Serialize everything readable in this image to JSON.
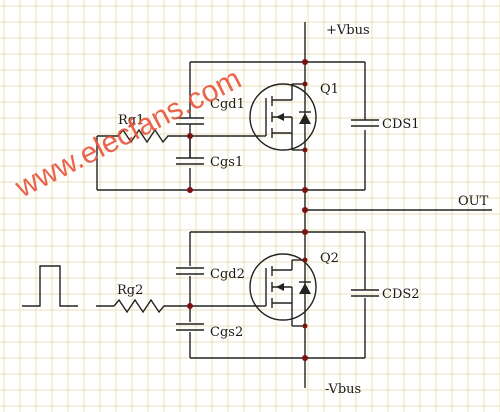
{
  "labels": {
    "vbus_pos": "+Vbus",
    "vbus_neg": "-Vbus",
    "out": "OUT",
    "q1": "Q1",
    "q2": "Q2",
    "rg1": "Rg1",
    "rg2": "Rg2",
    "cgd1": "Cgd1",
    "cgs1": "Cgs1",
    "cgd2": "Cgd2",
    "cgs2": "Cgs2",
    "cds1": "CDS1",
    "cds2": "CDS2"
  },
  "watermark": "www.elecfans.com",
  "colors": {
    "wire": "#222222",
    "grid": "#e9e0b8",
    "junction": "#7a1010",
    "watermark": "#e8553a"
  }
}
